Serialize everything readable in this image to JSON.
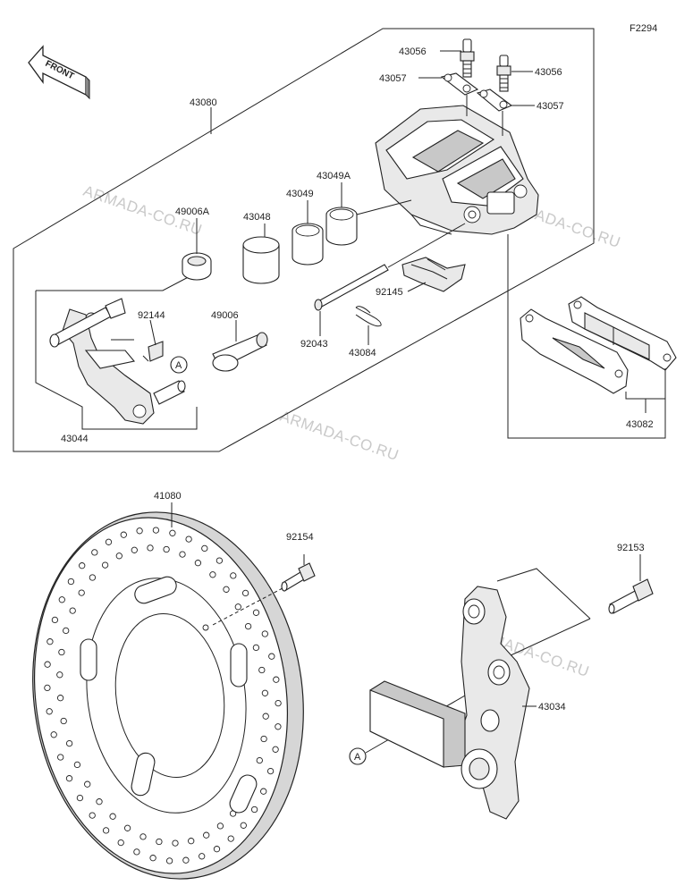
{
  "figure_code": "F2294",
  "front_label": "FRONT",
  "watermark": "ARMADA-CO.RU",
  "callout_ref": "A",
  "parts": [
    {
      "id": "43056a",
      "label": "43056"
    },
    {
      "id": "43056b",
      "label": "43056"
    },
    {
      "id": "43057a",
      "label": "43057"
    },
    {
      "id": "43057b",
      "label": "43057"
    },
    {
      "id": "43080",
      "label": "43080"
    },
    {
      "id": "43049A",
      "label": "43049A"
    },
    {
      "id": "43049",
      "label": "43049"
    },
    {
      "id": "43048",
      "label": "43048"
    },
    {
      "id": "49006A",
      "label": "49006A"
    },
    {
      "id": "92144",
      "label": "92144"
    },
    {
      "id": "49006",
      "label": "49006"
    },
    {
      "id": "92145",
      "label": "92145"
    },
    {
      "id": "92043",
      "label": "92043"
    },
    {
      "id": "43084",
      "label": "43084"
    },
    {
      "id": "43044",
      "label": "43044"
    },
    {
      "id": "43082",
      "label": "43082"
    },
    {
      "id": "41080",
      "label": "41080"
    },
    {
      "id": "92154",
      "label": "92154"
    },
    {
      "id": "92153",
      "label": "92153"
    },
    {
      "id": "43034",
      "label": "43034"
    }
  ]
}
